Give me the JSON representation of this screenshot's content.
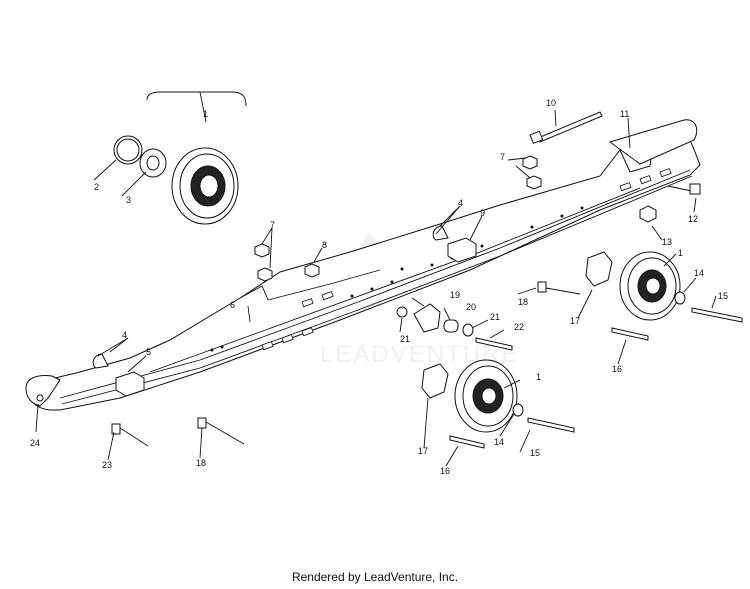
{
  "footer": {
    "credit": "Rendered by LeadVenture, Inc."
  },
  "watermark": {
    "text": "LEADVENTURE"
  },
  "callouts": [
    "1",
    "2",
    "3",
    "4",
    "5",
    "6",
    "7",
    "8",
    "9",
    "10",
    "11",
    "12",
    "13",
    "14",
    "15",
    "16",
    "17",
    "18",
    "19",
    "20",
    "21",
    "22",
    "23",
    "24"
  ]
}
